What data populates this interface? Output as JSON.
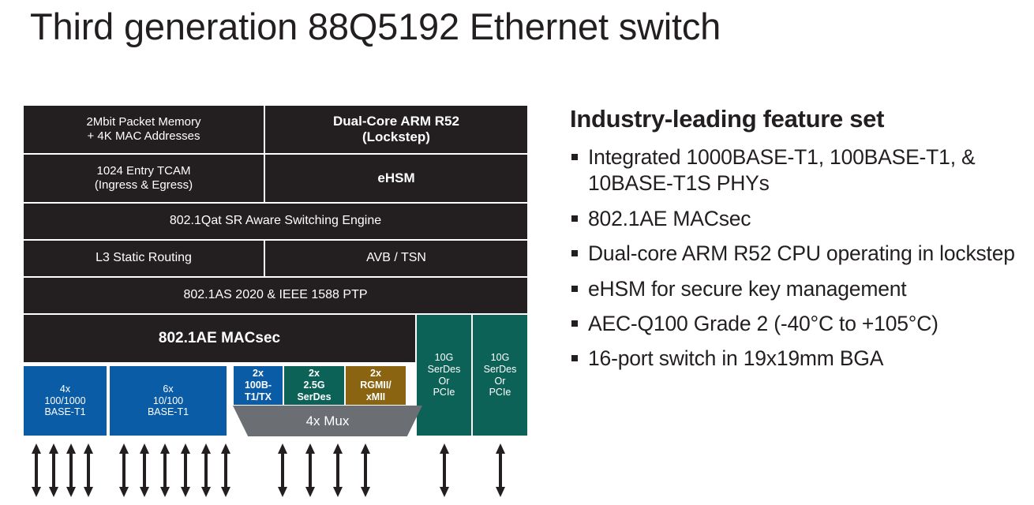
{
  "slide": {
    "title": "Third generation 88Q5192 Ethernet switch",
    "title_color": "#231f20",
    "background": "#ffffff"
  },
  "colors": {
    "dark_block": "#231f20",
    "blue_block": "#0b5ca7",
    "teal_block": "#0c6257",
    "brown_block": "#8a6410",
    "mux_gray": "#6b6e73",
    "block_text": "#ffffff",
    "arrow": "#231f20"
  },
  "diagram": {
    "name": "88Q5192 block diagram",
    "rows": [
      {
        "row": "memory-cpu",
        "cells": [
          {
            "label": "2Mbit Packet Memory\n+ 4K MAC Addresses",
            "line1": "2Mbit Packet Memory",
            "line2": "+ 4K MAC Addresses",
            "style": "dark",
            "weight": "normal"
          },
          {
            "label": "Dual-Core ARM R52\n(Lockstep)",
            "line1": "Dual-Core ARM R52",
            "line2": "(Lockstep)",
            "style": "dark",
            "weight": "bold"
          }
        ]
      },
      {
        "row": "tcam-ehsm",
        "cells": [
          {
            "label": "1024 Entry TCAM\n(Ingress & Egress)",
            "line1": "1024 Entry TCAM",
            "line2": "(Ingress & Egress)",
            "style": "dark",
            "weight": "normal"
          },
          {
            "label": "eHSM",
            "line1": "eHSM",
            "line2": "",
            "style": "dark",
            "weight": "bold"
          }
        ]
      },
      {
        "row": "switching-engine",
        "cells": [
          {
            "label": "802.1Qat SR Aware Switching Engine",
            "line1": "802.1Qat SR Aware Switching Engine",
            "line2": "",
            "style": "dark",
            "weight": "normal"
          }
        ]
      },
      {
        "row": "routing-avb",
        "cells": [
          {
            "label": "L3 Static Routing",
            "line1": "L3 Static Routing",
            "line2": "",
            "style": "dark",
            "weight": "normal"
          },
          {
            "label": "AVB / TSN",
            "line1": "AVB / TSN",
            "line2": "",
            "style": "dark",
            "weight": "normal"
          }
        ]
      },
      {
        "row": "ptp",
        "cells": [
          {
            "label": "802.1AS 2020 & IEEE 1588 PTP",
            "line1": "802.1AS 2020 & IEEE 1588 PTP",
            "line2": "",
            "style": "dark",
            "weight": "normal"
          }
        ]
      }
    ],
    "macsec": {
      "label": "802.1AE MACsec",
      "style": "dark",
      "weight": "bold"
    },
    "ports": [
      {
        "id": "port-4x-100-1000-base-t1",
        "line1": "4x",
        "line2": "100/1000",
        "line3": "BASE-T1",
        "style": "blue",
        "arrows": 4
      },
      {
        "id": "port-6x-10-100-base-t1",
        "line1": "6x",
        "line2": "10/100",
        "line3": "BASE-T1",
        "style": "blue",
        "arrows": 6
      },
      {
        "id": "port-2x-100b-t1-tx",
        "line1": "2x",
        "line2": "100B-",
        "line3": "T1/TX",
        "style": "blue",
        "arrows": 0
      },
      {
        "id": "port-2x-2-5g-serdes",
        "line1": "2x",
        "line2": "2.5G",
        "line3": "SerDes",
        "style": "teal",
        "arrows": 0
      },
      {
        "id": "port-2x-rgmii-xmii",
        "line1": "2x",
        "line2": "RGMII/",
        "line3": "xMII",
        "style": "brown",
        "arrows": 0
      }
    ],
    "mux": {
      "label": "4x Mux",
      "arrows": 4
    },
    "serdes_blocks": [
      {
        "id": "serdes-block-1",
        "line1": "10G",
        "line2": "SerDes",
        "line3": "Or",
        "line4": "PCIe",
        "style": "teal",
        "arrows": 1
      },
      {
        "id": "serdes-block-2",
        "line1": "10G",
        "line2": "SerDes",
        "line3": "Or",
        "line4": "PCIe",
        "style": "teal",
        "arrows": 1
      }
    ]
  },
  "features": {
    "heading": "Industry-leading feature set",
    "items": [
      "Integrated 1000BASE-T1, 100BASE-T1, & 10BASE-T1S PHYs",
      "802.1AE MACsec",
      "Dual-core ARM R52 CPU operating in lockstep",
      "eHSM for secure key management",
      "AEC-Q100 Grade 2 (-40°C to +105°C)",
      "16-port switch in 19x19mm BGA"
    ]
  }
}
